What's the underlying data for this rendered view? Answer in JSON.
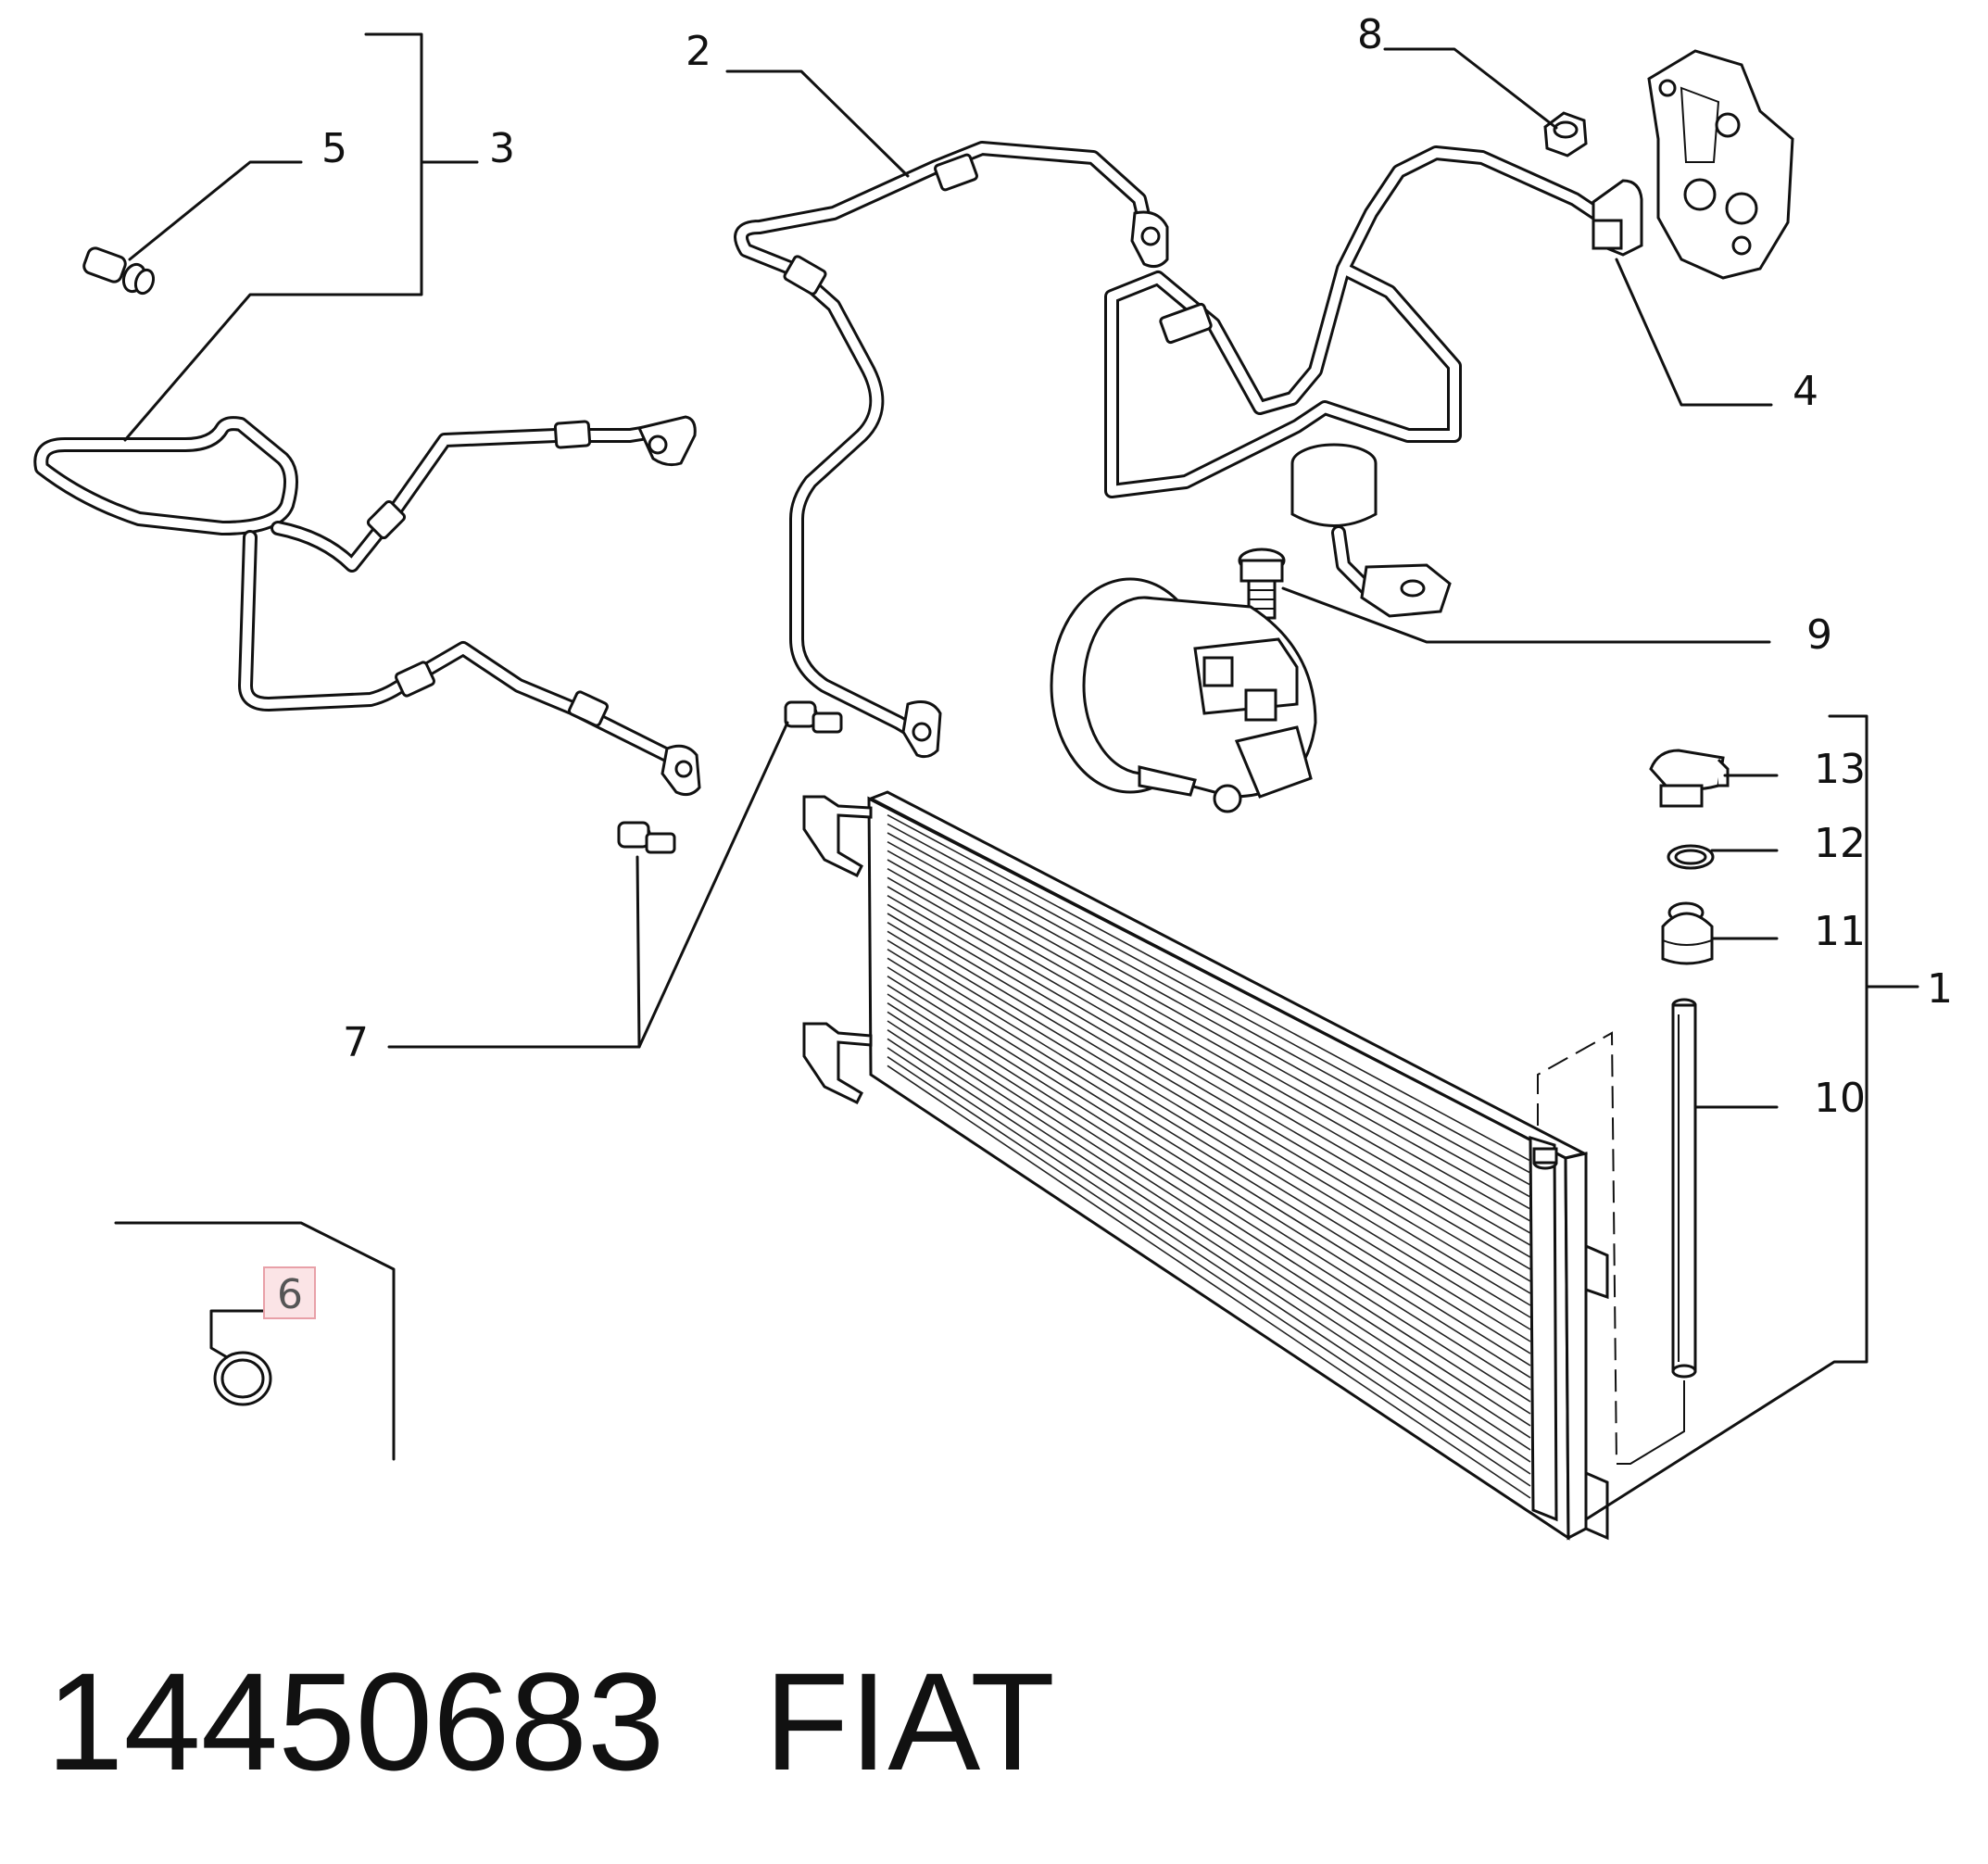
{
  "callouts": {
    "c1": "1",
    "c2": "2",
    "c3": "3",
    "c4": "4",
    "c5": "5",
    "c6": "6",
    "c7": "7",
    "c8": "8",
    "c9": "9",
    "c10": "10",
    "c11": "11",
    "c12": "12",
    "c13": "13"
  },
  "highlight_color": "#e8a0a8",
  "footer": {
    "part_number": "14450683",
    "brand": "FIAT"
  }
}
